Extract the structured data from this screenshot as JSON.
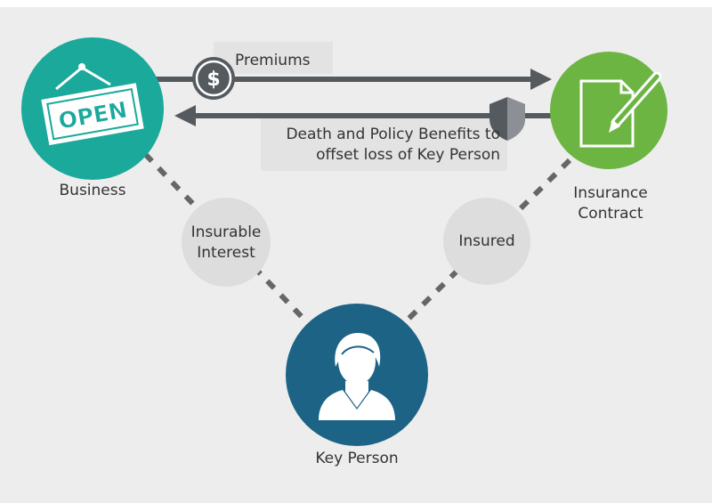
{
  "nodes": {
    "business": {
      "label": "Business",
      "sign_text": "OPEN"
    },
    "insurance_contract": {
      "label_line1": "Insurance",
      "label_line2": "Contract"
    },
    "key_person": {
      "label": "Key Person"
    }
  },
  "flows": {
    "premiums": {
      "label": "Premiums",
      "icon": "dollar-coin-icon"
    },
    "benefits": {
      "label_line1": "Death and Policy Benefits to",
      "label_line2": "offset loss of Key Person",
      "icon": "shield-icon"
    }
  },
  "relations": {
    "insurable_interest": {
      "label_line1": "Insurable",
      "label_line2": "Interest"
    },
    "insured": {
      "label": "Insured"
    }
  },
  "colors": {
    "background": "#ededed",
    "business": "#1aa99b",
    "insurance_contract": "#6cb543",
    "key_person": "#1c6385",
    "arrow": "#555a5f",
    "dashed_line": "#666666",
    "relation_bubble": "#dddddd",
    "banner": "#e3e3e3"
  }
}
